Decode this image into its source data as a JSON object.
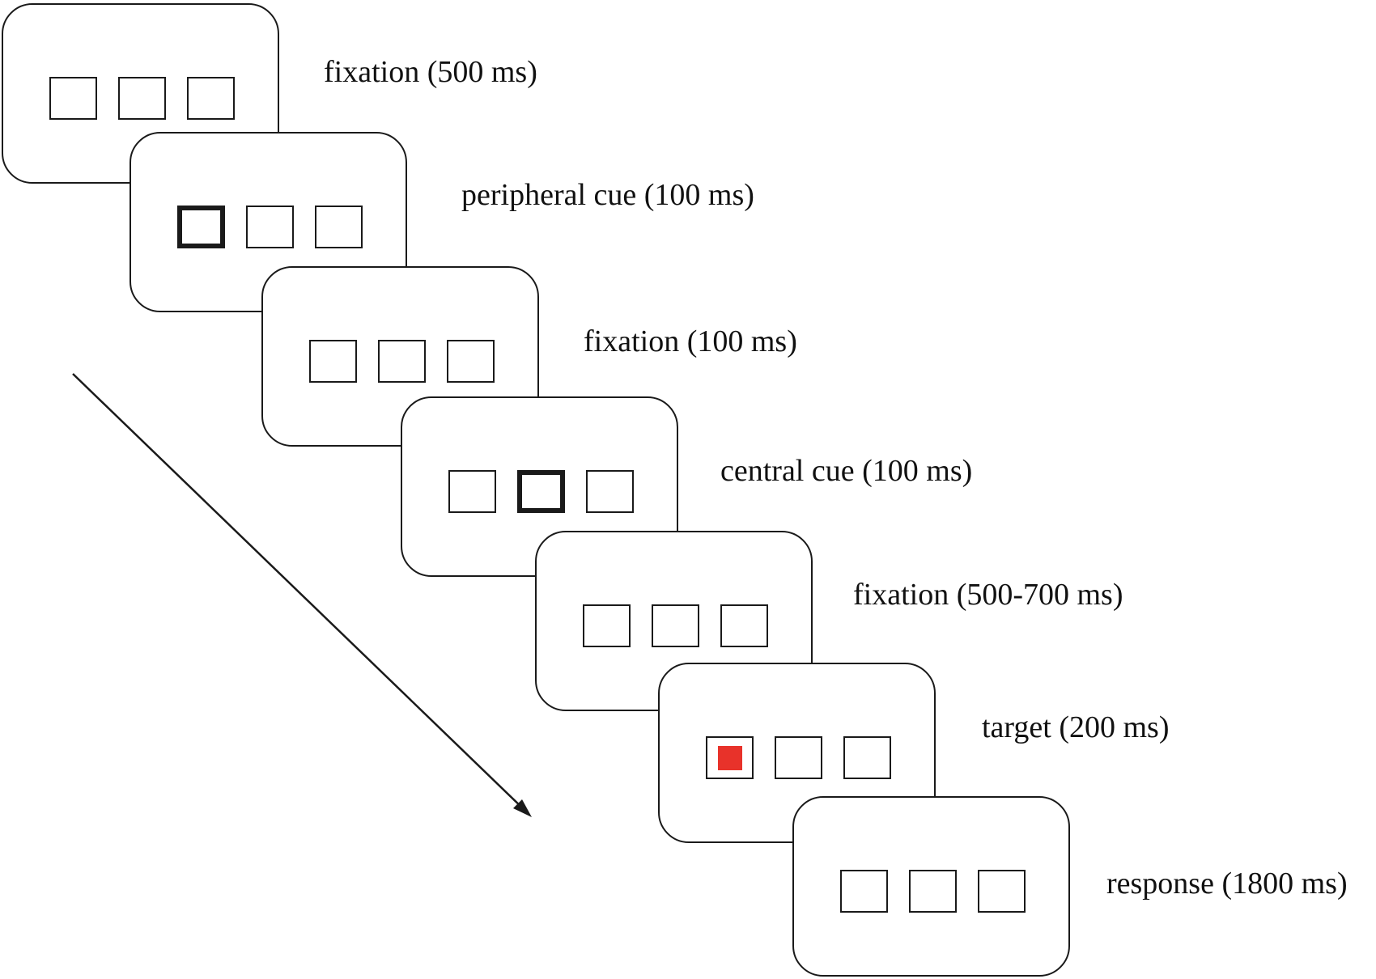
{
  "colors": {
    "outline": "#1a1a1a",
    "target": "#e8322a"
  },
  "steps": [
    {
      "label": "fixation (500 ms)",
      "cued_box": null,
      "target_box": null
    },
    {
      "label": "peripheral cue (100 ms)",
      "cued_box": "left",
      "target_box": null
    },
    {
      "label": "fixation (100 ms)",
      "cued_box": null,
      "target_box": null
    },
    {
      "label": "central cue (100 ms)",
      "cued_box": "center",
      "target_box": null
    },
    {
      "label": "fixation (500-700 ms)",
      "cued_box": null,
      "target_box": null
    },
    {
      "label": "target (200 ms)",
      "cued_box": null,
      "target_box": "left"
    },
    {
      "label": "response (1800 ms)",
      "cued_box": null,
      "target_box": null
    }
  ]
}
